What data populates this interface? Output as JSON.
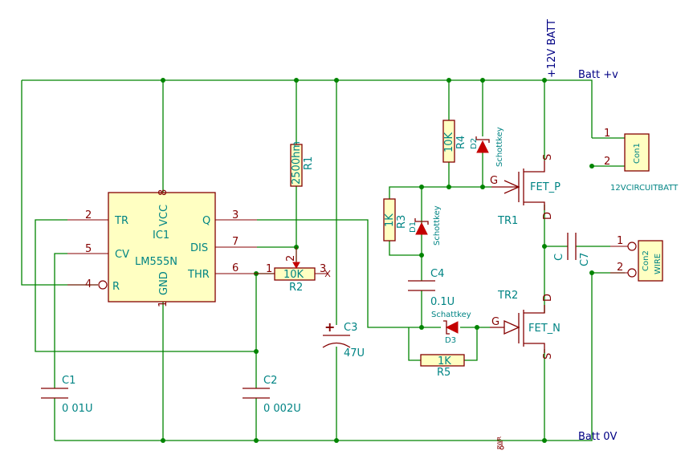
{
  "nets": {
    "batt_pos": "Batt +v",
    "batt_zero": "Batt 0V",
    "supply_label": "+12V BATT"
  },
  "ic1": {
    "ref": "IC1",
    "value": "LM555N",
    "pins": {
      "tr": "TR",
      "cv": "CV",
      "r": "R",
      "vcc": "VCC",
      "gnd": "GND",
      "q": "Q",
      "dis": "DIS",
      "thr": "THR"
    },
    "pin_numbers": {
      "tr": "2",
      "cv": "5",
      "r": "4",
      "vcc": "8",
      "gnd": "1",
      "q": "3",
      "dis": "7",
      "thr": "6"
    }
  },
  "r1": {
    "ref": "R1",
    "value": "2500hm"
  },
  "r2": {
    "ref": "R2",
    "value": "10K",
    "pin1": "1",
    "pin2": "2",
    "pin3": "3"
  },
  "r3": {
    "ref": "R3",
    "value": "1K"
  },
  "r4": {
    "ref": "R4",
    "value": "10K"
  },
  "r5": {
    "ref": "R5",
    "value": "1K"
  },
  "c1": {
    "ref": "C1",
    "value": "0 01U"
  },
  "c2": {
    "ref": "C2",
    "value": "0 002U"
  },
  "c3": {
    "ref": "C3",
    "value": "47U",
    "polarity": "+"
  },
  "c4": {
    "ref": "C4",
    "value": "0.1U"
  },
  "c7": {
    "ref": "C7",
    "value": "C"
  },
  "d1": {
    "ref": "D1",
    "value": "Schottkey"
  },
  "d2": {
    "ref": "D2",
    "value": "Schottkey"
  },
  "d3": {
    "ref": "D3",
    "value": "Schattkey"
  },
  "tr1": {
    "ref": "TR1",
    "value": "FET_P",
    "gate": "G",
    "source": "S",
    "drain": "D"
  },
  "tr2": {
    "ref": "TR2",
    "value": "FET_N",
    "gate": "G",
    "source": "S",
    "drain": "D"
  },
  "con1": {
    "ref": "Con1",
    "value": "12VCIRCUITBATT",
    "pin1": "1",
    "pin2": "2"
  },
  "con2": {
    "ref": "Con2",
    "value": "WIRE",
    "pin1": "1",
    "pin2": "2"
  },
  "gnd_flag": {
    "value": "PWR"
  },
  "colors": {
    "wire": "#008400",
    "component": "#840000",
    "component_fill": "#ffffc2",
    "diode": "#c40000",
    "label": "#008484",
    "net_label": "#000084"
  }
}
